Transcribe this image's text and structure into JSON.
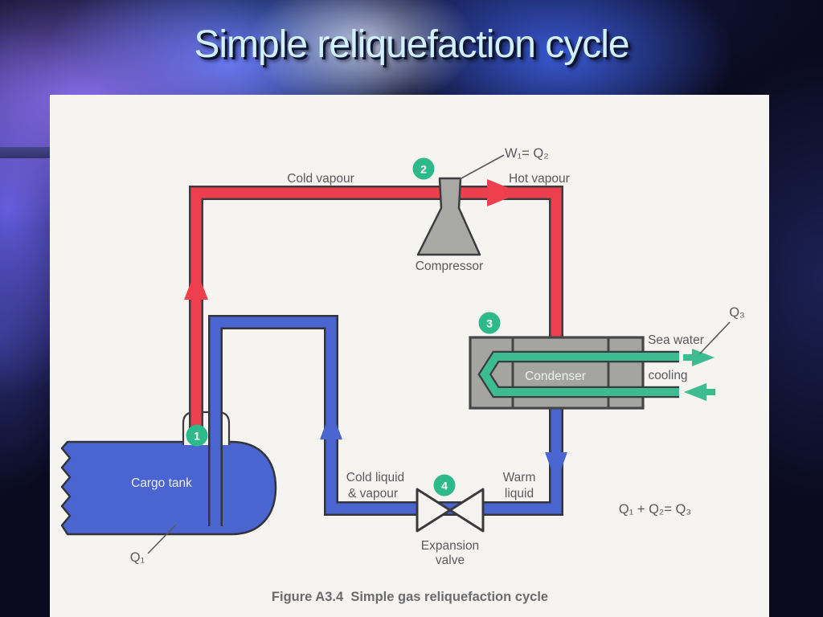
{
  "slide": {
    "title": "Simple reliquefaction cycle"
  },
  "figure": {
    "caption": "Figure A3.4  Simple gas reliquefaction cycle",
    "equation": "Q₁ + Q₂= Q₃",
    "badges": {
      "tank": "1",
      "compressor": "2",
      "condenser": "3",
      "valve": "4"
    },
    "labels": {
      "cold_vapour": "Cold vapour",
      "work_heat": "W₁= Q₂",
      "hot_vapour": "Hot vapour",
      "compressor": "Compressor",
      "q3": "Q₃",
      "sea_water": "Sea water",
      "cooling": "cooling",
      "condenser": "Condenser",
      "cargo_tank": "Cargo tank",
      "q1": "Q₁",
      "cold_liquid_line1": "Cold liquid",
      "cold_liquid_line2": "& vapour",
      "warm_liquid_line1": "Warm",
      "warm_liquid_line2": "liquid",
      "expansion_line1": "Expansion",
      "expansion_line2": "valve"
    },
    "colors": {
      "vapour_pipe_red": "#ee3f4e",
      "liquid_pipe_blue": "#4a64d0",
      "sea_water_green": "#3cbc90",
      "badge_green": "#2eb98a",
      "metal_gray": "#a6a6a2",
      "outline_dark": "#3c3c40",
      "label_text": "#5a5a5e",
      "panel_white": "#f5f4f1",
      "title_text": "#d2f0fa"
    }
  }
}
